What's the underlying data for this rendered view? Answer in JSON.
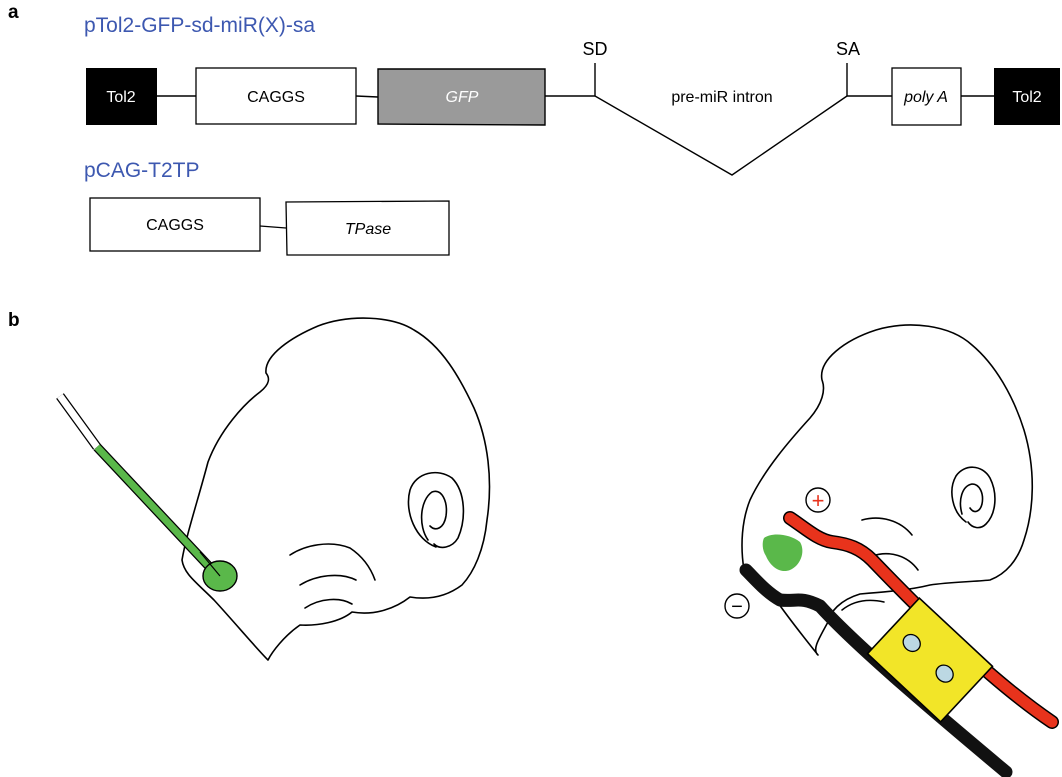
{
  "panel_a": {
    "letter": "a",
    "construct1": {
      "title": "pTol2-GFP-sd-miR(X)-sa",
      "elements": {
        "tol2_left": "Tol2",
        "caggs": "CAGGS",
        "gfp": "GFP",
        "sd": "SD",
        "intron": "pre-miR intron",
        "sa": "SA",
        "polya": "poly A",
        "tol2_right": "Tol2"
      }
    },
    "construct2": {
      "title": "pCAG-T2TP",
      "elements": {
        "caggs": "CAGGS",
        "tpase": "TPase"
      }
    }
  },
  "panel_b": {
    "letter": "b",
    "electrode_positive": "+",
    "electrode_negative": "−"
  },
  "colors": {
    "title_blue": "#3d58b0",
    "tol2_fill": "#000000",
    "gfp_fill": "#9a9a9a",
    "green": "#5ab84a",
    "red_electrode": "#e8331c",
    "black_electrode": "#111111",
    "yellow_holder": "#f2e528",
    "hole_fill": "#bcd8e3"
  }
}
